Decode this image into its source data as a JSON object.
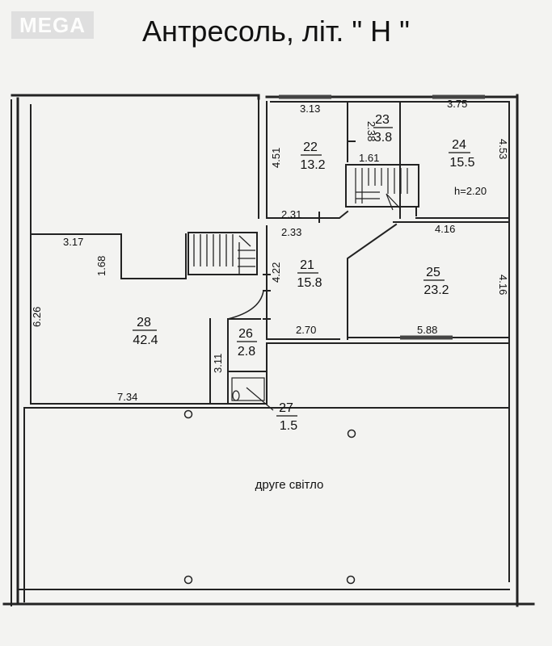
{
  "watermark": "MEGA",
  "title": "Антресоль, літ. \" Н \"",
  "rooms": [
    {
      "id": "room-21",
      "number": "21",
      "area": "15.8"
    },
    {
      "id": "room-22",
      "number": "22",
      "area": "13.2"
    },
    {
      "id": "room-23",
      "number": "23",
      "area": "3.8"
    },
    {
      "id": "room-24",
      "number": "24",
      "area": "15.5"
    },
    {
      "id": "room-25",
      "number": "25",
      "area": "23.2"
    },
    {
      "id": "room-26",
      "number": "26",
      "area": "2.8"
    },
    {
      "id": "room-27",
      "number": "27",
      "area": "1.5"
    },
    {
      "id": "room-28",
      "number": "28",
      "area": "42.4"
    }
  ],
  "dimensions": {
    "d_3_13": "3.13",
    "d_2_38": "2.38",
    "d_3_75": "3.75",
    "d_4_51": "4.51",
    "d_1_61": "1.61",
    "d_4_53": "4.53",
    "d_2_31": "2.31",
    "d_2_33": "2.33",
    "d_4_16_top": "4.16",
    "d_4_16_side": "4.16",
    "d_3_17": "3.17",
    "d_1_68": "1.68",
    "d_4_22": "4.22",
    "d_6_26": "6.26",
    "d_2_70": "2.70",
    "d_5_88": "5.88",
    "d_3_11": "3.11",
    "d_7_34": "7.34"
  },
  "height_note": "h=2.20",
  "second_light_label": "друге світло"
}
